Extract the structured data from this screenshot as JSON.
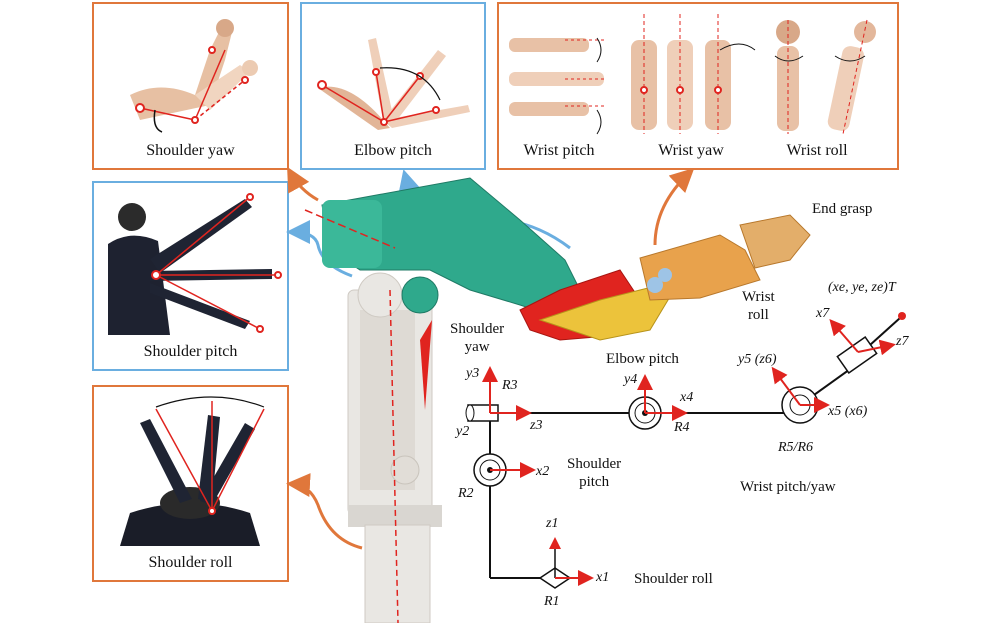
{
  "panels": {
    "shoulder_yaw": "Shoulder yaw",
    "elbow_pitch": "Elbow pitch",
    "wrist_pitch": "Wrist pitch",
    "wrist_yaw": "Wrist yaw",
    "wrist_roll": "Wrist roll",
    "shoulder_pitch": "Shoulder pitch",
    "shoulder_roll": "Shoulder roll"
  },
  "robot_labels": {
    "end_grasp": "End grasp",
    "wrist_roll": "Wrist\nroll",
    "shoulder_yaw": "Shoulder\nyaw",
    "elbow_pitch": "Elbow pitch",
    "shoulder_pitch": "Shoulder\npitch",
    "wrist_pitch_yaw": "Wrist pitch/yaw",
    "shoulder_roll": "Shoulder roll"
  },
  "frames": {
    "end_pose": "(xe, ye, ze)T",
    "x7": "x7",
    "z7": "z7",
    "y5z6": "y5 (z6)",
    "x5x6": "x5 (x6)",
    "R5R6": "R5/R6",
    "y3": "y3",
    "R3": "R3",
    "y2": "y2",
    "z3": "z3",
    "y4": "y4",
    "x4": "x4",
    "R4": "R4",
    "x2": "x2",
    "R2": "R2",
    "z1": "z1",
    "x1": "x1",
    "R1": "R1"
  },
  "colors": {
    "orange_frame": "#e0773b",
    "blue_frame": "#6aaee0",
    "axis_red": "#e0241f",
    "robot_teal": "#2fa98c",
    "robot_gold": "#e8a24c",
    "robot_base": "#e9e7e3"
  }
}
